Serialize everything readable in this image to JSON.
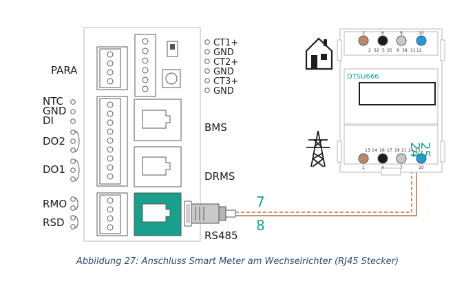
{
  "inverter": {
    "left_labels": [
      "PARA",
      "NTC",
      "GND",
      "DI",
      "DO2",
      "DO1",
      "RMO",
      "RSD"
    ],
    "ct_labels": [
      "CT1+",
      "GND",
      "CT2+",
      "GND",
      "CT3+",
      "GND"
    ],
    "port_labels": [
      "BMS",
      "DRMS",
      "RS485"
    ]
  },
  "meter": {
    "name": "DTSU666",
    "top_terminals": [
      "3",
      "6",
      "9",
      "10"
    ],
    "top_numbers": [
      "2",
      "32",
      "5",
      "35",
      "8",
      "38",
      "11",
      "12"
    ],
    "bottom_numbers": [
      "13",
      "14",
      "16",
      "17",
      "19",
      "21",
      "24",
      "25"
    ],
    "bottom_terminals": [
      "1",
      "4",
      "7",
      "10"
    ]
  },
  "wires": {
    "label_24": "24",
    "label_25": "25",
    "label_7": "7",
    "label_8": "8"
  },
  "caption": "Abbildung 27: Anschluss Smart Meter am Wechselrichter (RJ45 Stecker)",
  "colors": {
    "teal": "#18a08c",
    "wire": "#c8956a",
    "brown": "#b9876a",
    "blue": "#1e9be0"
  }
}
